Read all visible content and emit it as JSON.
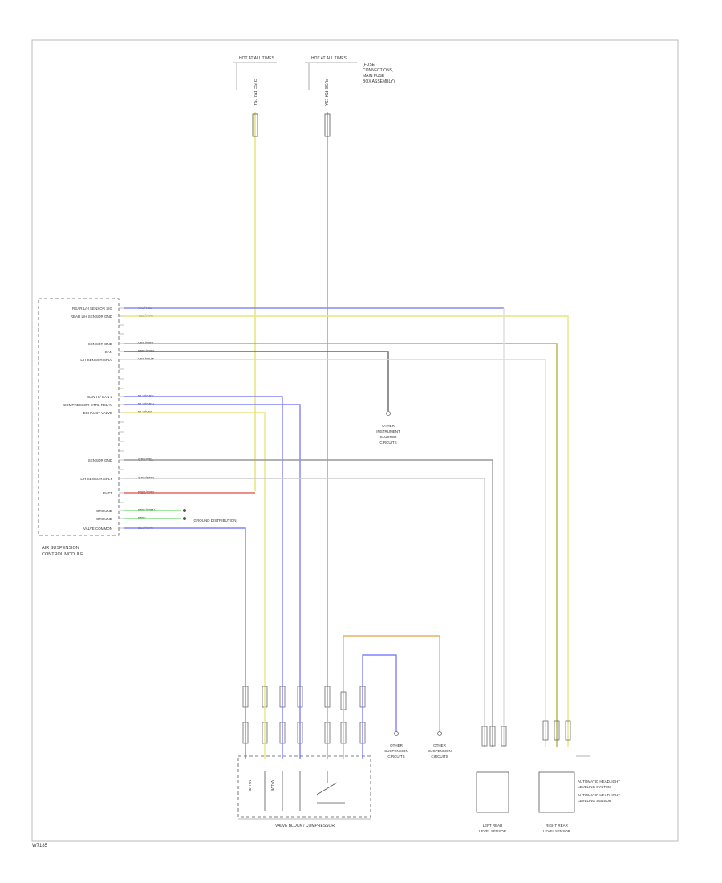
{
  "diagram": {
    "footer_code": "W7185",
    "fuse_a": {
      "label": "HOT AT ALL TIMES",
      "fuse": "FUSE F53 15A"
    },
    "fuse_b": {
      "label": "HOT AT ALL TIMES",
      "fuse": "FUSE F54 15A",
      "note": [
        "(FUSE",
        "CONNECTIONS,",
        "MAIN FUSE",
        "BOX ASSEMBLY)"
      ]
    },
    "module": {
      "name": [
        "AIR SUSPENSION",
        "CONTROL MODULE"
      ],
      "pins": [
        "REAR L/H SENSOR SIG",
        "REAR L/H SENSOR GND",
        "SENSOR GND",
        "CAN",
        "L/H SENSOR SPLY",
        "CAN H / CAN L",
        "COMPRESSOR CTRL RELAY",
        "EXHAUST VALVE",
        "SENSOR GND",
        "L/H SENSOR SPLY",
        "BATT",
        "GROUND",
        "GROUND",
        "VALVE COMMON"
      ],
      "colors": [
        "VIO/YEL",
        "YEL/WHT",
        "YEL/GRY",
        "BRN/GRY",
        "YEL/WHT",
        "BLU/GRY",
        "BLU/ORN",
        "BLU/YEL",
        "GRY/YEL",
        "GRY/BRN",
        "RED/GRY",
        "BRN/GRN",
        "BRN",
        "BLU/WHT"
      ]
    },
    "ground_note": [
      "(GROUND DISTRIBUTION)"
    ],
    "other_modules_note": [
      "OTHER",
      "INSTRUMENT",
      "CLUSTER",
      "CIRCUITS"
    ],
    "assembly_label": "VALVE BLOCK / COMPRESSOR",
    "valve_labels": [
      "VALVE",
      "VALVE"
    ],
    "lower_notes": [
      [
        "OTHER",
        "SUSPENSION",
        "CIRCUITS"
      ],
      [
        "OTHER",
        "SUSPENSION",
        "CIRCUITS"
      ]
    ],
    "left_sensor": [
      "LEFT REAR",
      "LEVEL SENSOR"
    ],
    "right_sensor": [
      "RIGHT REAR",
      "LEVEL SENSOR"
    ],
    "right_notes": [
      "AUTOMATIC HEADLIGHT",
      "LEVELING SYSTEM",
      "AUTOMATIC HEADLIGHT",
      "LEVELING SENSOR"
    ],
    "wire_colors": {
      "violet": "#8888ee",
      "yellow": "#e6e680",
      "olive": "#b3b34d",
      "brown": "#666666",
      "red": "#e66666",
      "green": "#80e080",
      "blue": "#8080ff",
      "orange": "#e6b366",
      "gray": "#cccccc"
    }
  }
}
